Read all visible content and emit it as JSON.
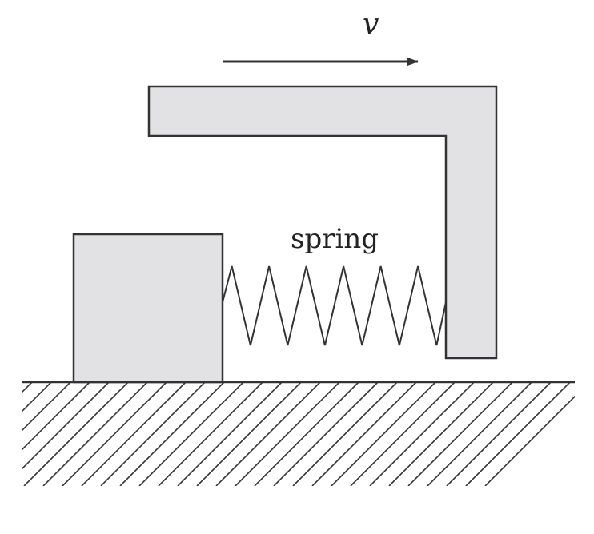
{
  "labels": {
    "velocity": "v",
    "spring": "spring"
  },
  "colors": {
    "fill": "#e2e2e4",
    "stroke": "#333333",
    "hatch": "#333333",
    "background": "#ffffff"
  },
  "spring": {
    "peaks": 6
  },
  "ground": {
    "hatch_lines": 30
  }
}
